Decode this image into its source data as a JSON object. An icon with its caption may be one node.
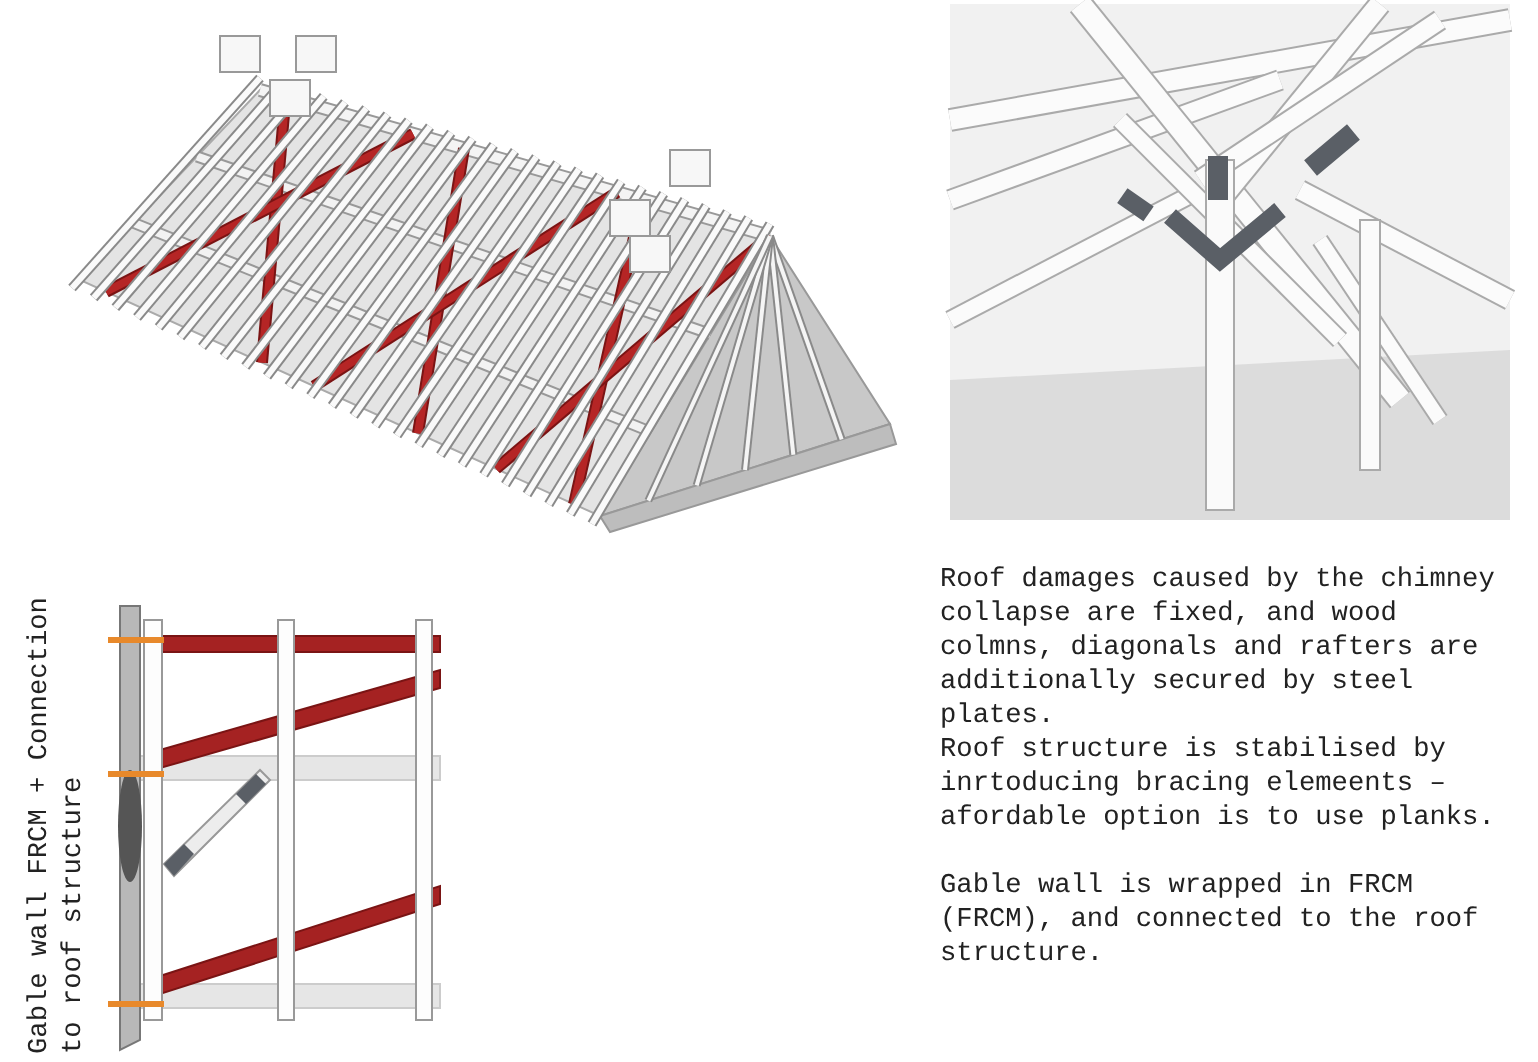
{
  "diagram": {
    "labels": [
      "Gable wall FRCM + Connection to roof structure",
      "Roof damages caused by the chimney collapse are fixed, and wood colmns, diagonals and rafters are additionally secured by steel plates.",
      "Roof structure is stabilised by inrtoducing bracing elemeents – afordable option is to use planks.",
      "Gable wall is wrapped in FRCM (FRCM), and connected to the roof structure."
    ]
  }
}
